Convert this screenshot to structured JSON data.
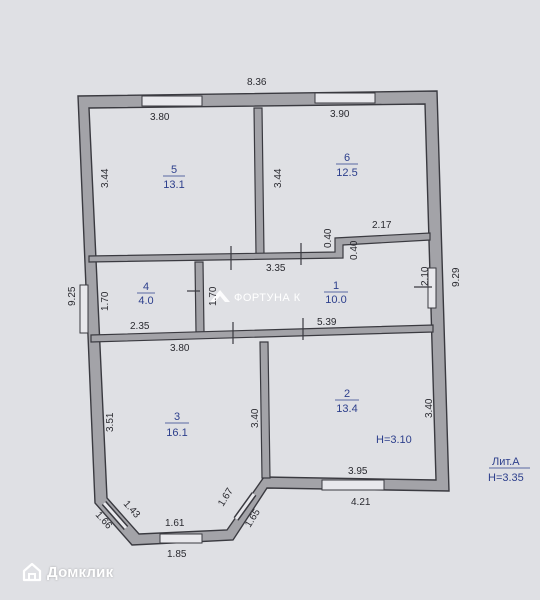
{
  "dimensions": {
    "total_top": "8.36",
    "top_left": "3.80",
    "top_right": "3.90",
    "left_room5": "3.44",
    "mid_room5": "3.44",
    "corridor_right": "2.17",
    "jog_a": "0.40",
    "jog_b": "0.40",
    "right_total": "9.29",
    "right_hall": "2.10",
    "left_total": "9.25",
    "left_room4": "1.70",
    "room4_partition": "1.70",
    "hall_top": "3.35",
    "hall_bottom": "5.39",
    "room4_bottom": "2.35",
    "room3_top": "3.80",
    "room3_left": "3.51",
    "room3_right": "3.40",
    "room2_right": "3.40",
    "room2_bottom": "3.95",
    "bottom_right": "4.21",
    "bay_diag_left_in": "1.43",
    "bay_diag_left_out": "1.66",
    "bay_bottom_in": "1.61",
    "bay_bottom_out": "1.85",
    "bay_diag_right_in": "1.67",
    "bay_diag_right_out": "1.65"
  },
  "rooms": [
    {
      "number": "5",
      "area": "13.1"
    },
    {
      "number": "6",
      "area": "12.5"
    },
    {
      "number": "4",
      "area": "4.0"
    },
    {
      "number": "1",
      "area": "10.0"
    },
    {
      "number": "3",
      "area": "16.1"
    },
    {
      "number": "2",
      "area": "13.4"
    }
  ],
  "room_height": "H=3.10",
  "lit": {
    "name": "Лит.А",
    "height": "H=3.35"
  },
  "watermark": "ФОРТУНА К",
  "logo": {
    "text": "Домклик",
    "icon": "house-icon"
  },
  "colors": {
    "wall": "#3a3a40",
    "wall_fill": "#9a9aa0",
    "room_label": "#2d3f8c",
    "paper": "#dfe0e4"
  }
}
